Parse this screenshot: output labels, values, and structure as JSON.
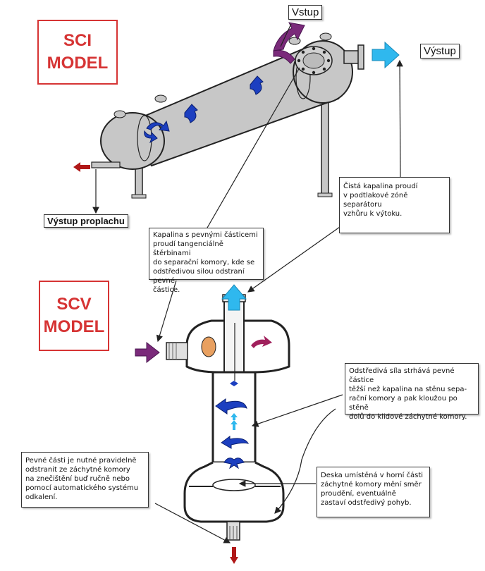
{
  "models": {
    "sci": {
      "line1": "SCI",
      "line2": "MODEL"
    },
    "scv": {
      "line1": "SCV",
      "line2": "MODEL"
    }
  },
  "labels": {
    "inlet": "Vstup",
    "outlet": "Výstup",
    "flush_outlet": "Výstup proplachu"
  },
  "notes": {
    "clean_liquid": [
      "Čistá kapalina proudí",
      "v podtlakové zóně separátoru",
      "vzhůru k výtoku."
    ],
    "inlet_particles": [
      "Kapalina s pevnými částicemi",
      "proudí tangenciálně štěrbinami",
      "do separační komory, kde se",
      "odstředivou silou odstraní pevné",
      "částice."
    ],
    "centrifugal": [
      "Odstředivá síla strhává pevné částice",
      "těžší než kapalina na stěnu sepa-",
      "rační komory a pak kloužou po stěně",
      "dolů do klidové záchytné komory."
    ],
    "solids_removal": [
      "Pevné části je nutné pravidelně",
      "odstranit ze záchytné komory",
      "na znečištění buď ručně nebo",
      "pomocí automatického systému",
      "odkalení."
    ],
    "plate": [
      "Deska umístěná v horní části",
      "záchytné komory mění směr",
      "proudění, eventuálně",
      "zastaví odstředivý pohyb."
    ]
  },
  "colors": {
    "model_red": "#d63434",
    "inlet_purple": "#7a2a7a",
    "outlet_cyan": "#2fb8ee",
    "flush_red": "#b01818",
    "swirl_blue": "#1c3fc0",
    "vessel_gray": "#c7c7c7"
  },
  "icons": [
    "inlet-arrow-icon",
    "outlet-arrow-icon",
    "flush-arrow-icon",
    "swirl-arrow-icon"
  ]
}
